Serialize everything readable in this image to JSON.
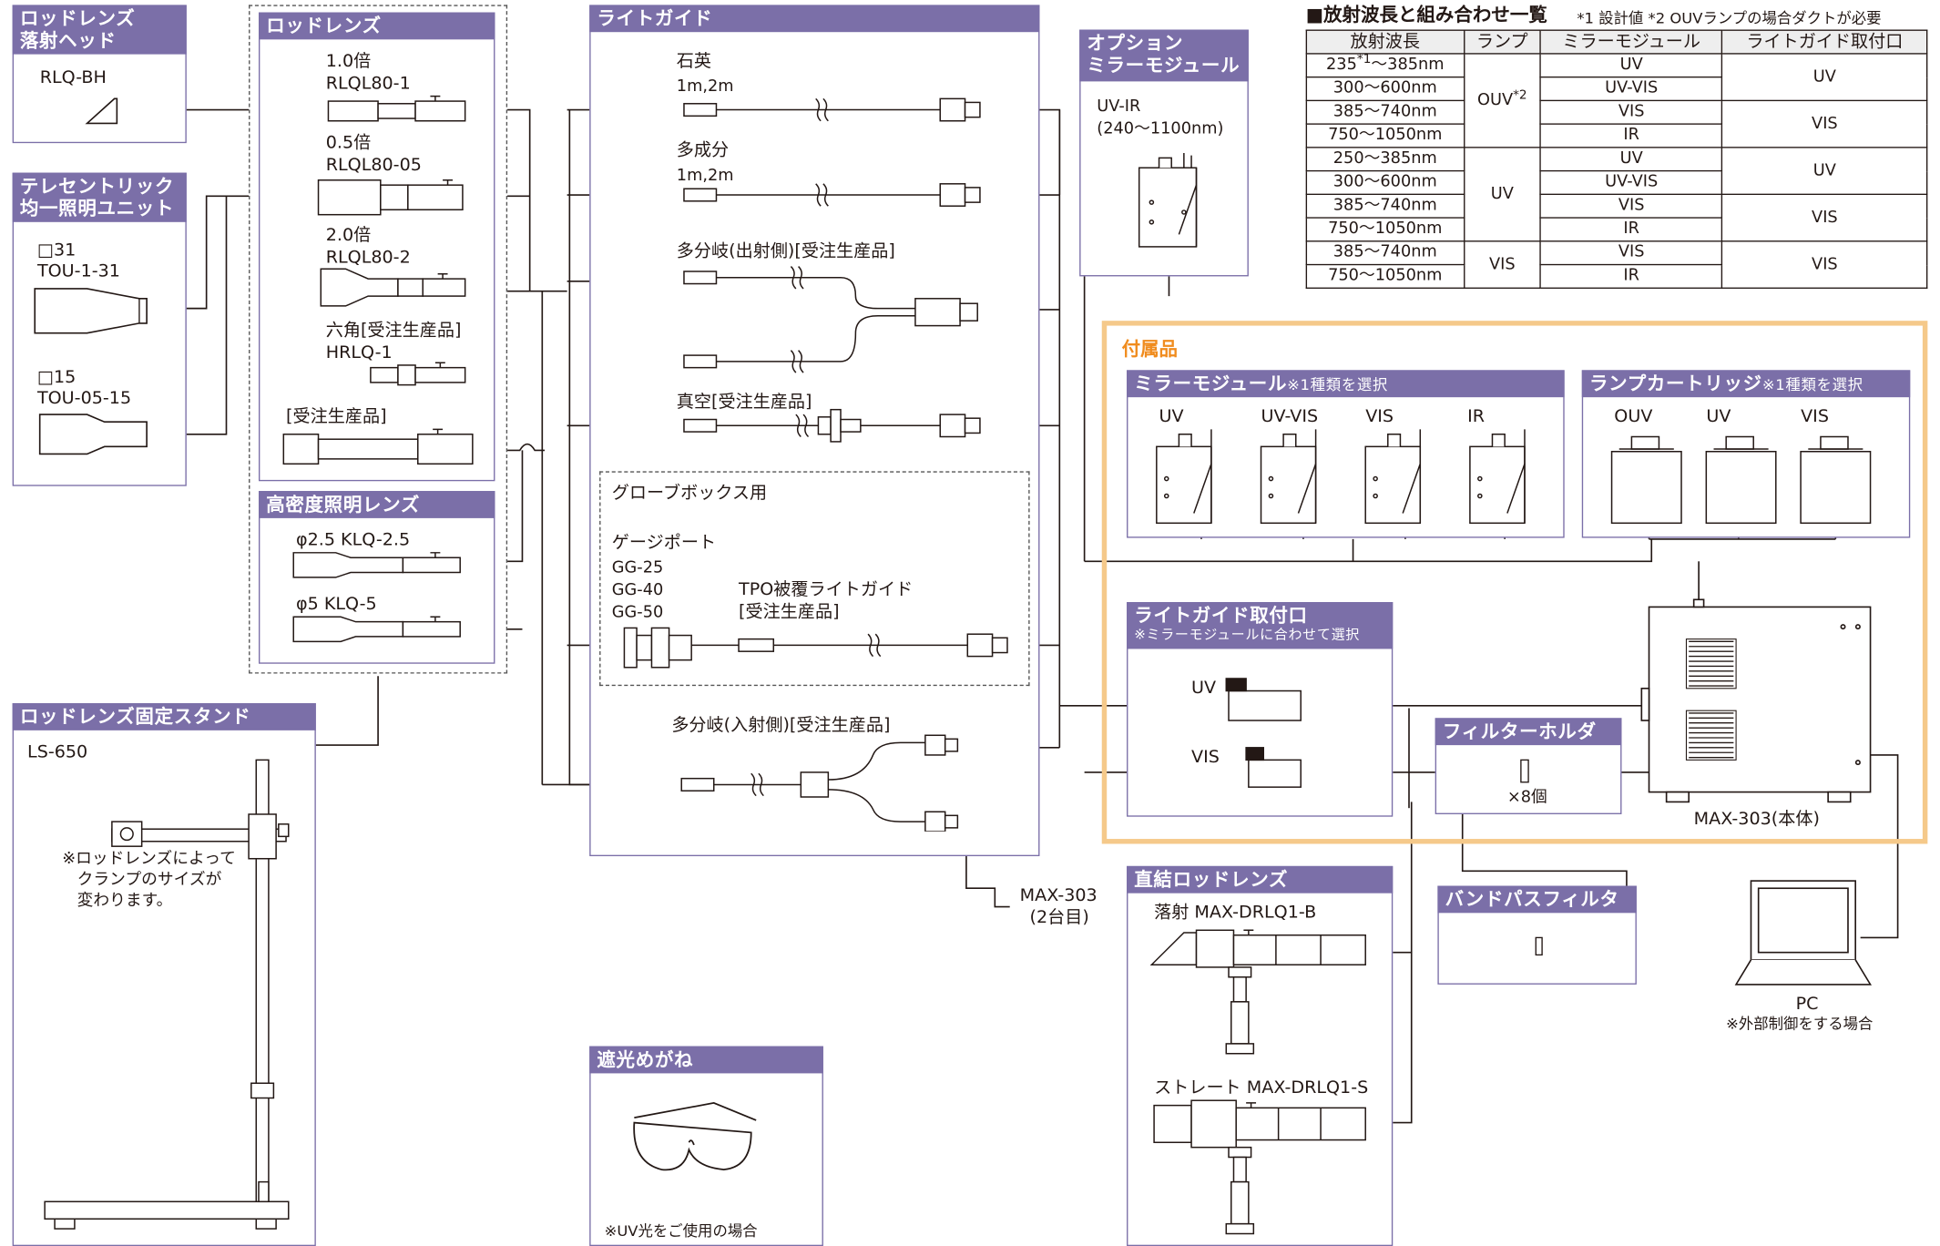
{
  "rod_head": {
    "title_line1": "ロッドレンズ",
    "title_line2": "落射ヘッド",
    "model": "RLQ-BH"
  },
  "telecentric": {
    "title_line1": "テレセントリック",
    "title_line2": "均一照明ユニット",
    "items": [
      {
        "size": "□31",
        "model": "TOU-1-31"
      },
      {
        "size": "□15",
        "model": "TOU-05-15"
      }
    ]
  },
  "rod_lens": {
    "title": "ロッドレンズ",
    "items": [
      {
        "mag": "1.0倍",
        "model": "RLQL80-1"
      },
      {
        "mag": "0.5倍",
        "model": "RLQL80-05"
      },
      {
        "mag": "2.0倍",
        "model": "RLQL80-2"
      },
      {
        "mag": "六角[受注生産品]",
        "model": "HRLQ-1"
      },
      {
        "mag": "[受注生産品]",
        "model": ""
      }
    ]
  },
  "hd_lens": {
    "title": "高密度照明レンズ",
    "items": [
      "φ2.5 KLQ-2.5",
      "φ5 KLQ-5"
    ]
  },
  "stand": {
    "title": "ロッドレンズ固定スタンド",
    "model": "LS-650",
    "note_line1": "※ロッドレンズによって",
    "note_line2": "クランプのサイズが",
    "note_line3": "変わります。"
  },
  "light_guide": {
    "title": "ライトガイド",
    "quartz": {
      "name": "石英",
      "len": "1m,2m"
    },
    "multi": {
      "name": "多成分",
      "len": "1m,2m"
    },
    "branch_out": "多分岐(出射側)[受注生産品]",
    "vacuum": "真空[受注生産品]",
    "glovebox": {
      "title": "グローブボックス用",
      "gauge_title": "ゲージポート",
      "gauges": [
        "GG-25",
        "GG-40",
        "GG-50"
      ],
      "tpo_line1": "TPO被覆ライトガイド",
      "tpo_line2": "[受注生産品]"
    },
    "branch_in": "多分岐(入射側)[受注生産品]",
    "second_unit_line1": "MAX-303",
    "second_unit_line2": "(2台目)"
  },
  "option_mirror": {
    "title_line1": "オプション",
    "title_line2": "ミラーモジュール",
    "model": "UV-IR",
    "range": "(240〜1100nm)"
  },
  "goggles": {
    "title": "遮光めがね",
    "note": "※UV光をご使用の場合"
  },
  "accessories": {
    "title": "付属品",
    "mirror": {
      "title": "ミラーモジュール",
      "note": "※1種類を選択",
      "items": [
        "UV",
        "UV-VIS",
        "VIS",
        "IR"
      ]
    },
    "lamp": {
      "title": "ランプカートリッジ",
      "note": "※1種類を選択",
      "items": [
        "OUV",
        "UV",
        "VIS"
      ]
    },
    "port": {
      "title": "ライトガイド取付口",
      "note": "※ミラーモジュールに合わせて選択",
      "items": [
        "UV",
        "VIS"
      ]
    },
    "filter_holder": {
      "title": "フィルターホルダー",
      "count": "×8個"
    },
    "main_unit": "MAX-303(本体)"
  },
  "bandpass": {
    "title": "バンドパスフィルター"
  },
  "direct_rod": {
    "title": "直結ロッドレンズ",
    "epi": "落射 MAX-DRLQ1-B",
    "straight": "ストレート MAX-DRLQ1-S"
  },
  "pc": {
    "label": "PC",
    "note": "※外部制御をする場合"
  },
  "wavelength_table": {
    "title": "■放射波長と組み合わせ一覧",
    "footnote": "*1 設計値 *2 OUVランプの場合ダクトが必要",
    "headers": [
      "放射波長",
      "ランプ",
      "ミラーモジュール",
      "ライトガイド取付口"
    ],
    "ouv_lamp": "OUV",
    "ouv_mark": "*2",
    "first_mark": "*1",
    "rows": [
      {
        "wave_a": "235",
        "wave_b": "〜385nm",
        "mirror": "UV"
      },
      {
        "wave": "300〜600nm",
        "mirror": "UV-VIS"
      },
      {
        "wave": "385〜740nm",
        "mirror": "VIS"
      },
      {
        "wave": "750〜1050nm",
        "mirror": "IR"
      },
      {
        "wave": "250〜385nm",
        "mirror": "UV"
      },
      {
        "wave": "300〜600nm",
        "mirror": "UV-VIS"
      },
      {
        "wave": "385〜740nm",
        "mirror": "VIS"
      },
      {
        "wave": "750〜1050nm",
        "mirror": "IR"
      },
      {
        "wave": "385〜740nm",
        "mirror": "VIS"
      },
      {
        "wave": "750〜1050nm",
        "mirror": "IR"
      }
    ],
    "lamps": [
      "UV",
      "VIS"
    ],
    "ports": [
      "UV",
      "VIS",
      "UV",
      "VIS",
      "VIS"
    ]
  },
  "colors": {
    "header_purple": "#7b6fa8",
    "accessory_orange": "#f5c98a",
    "accessory_title": "#f08c1e"
  }
}
